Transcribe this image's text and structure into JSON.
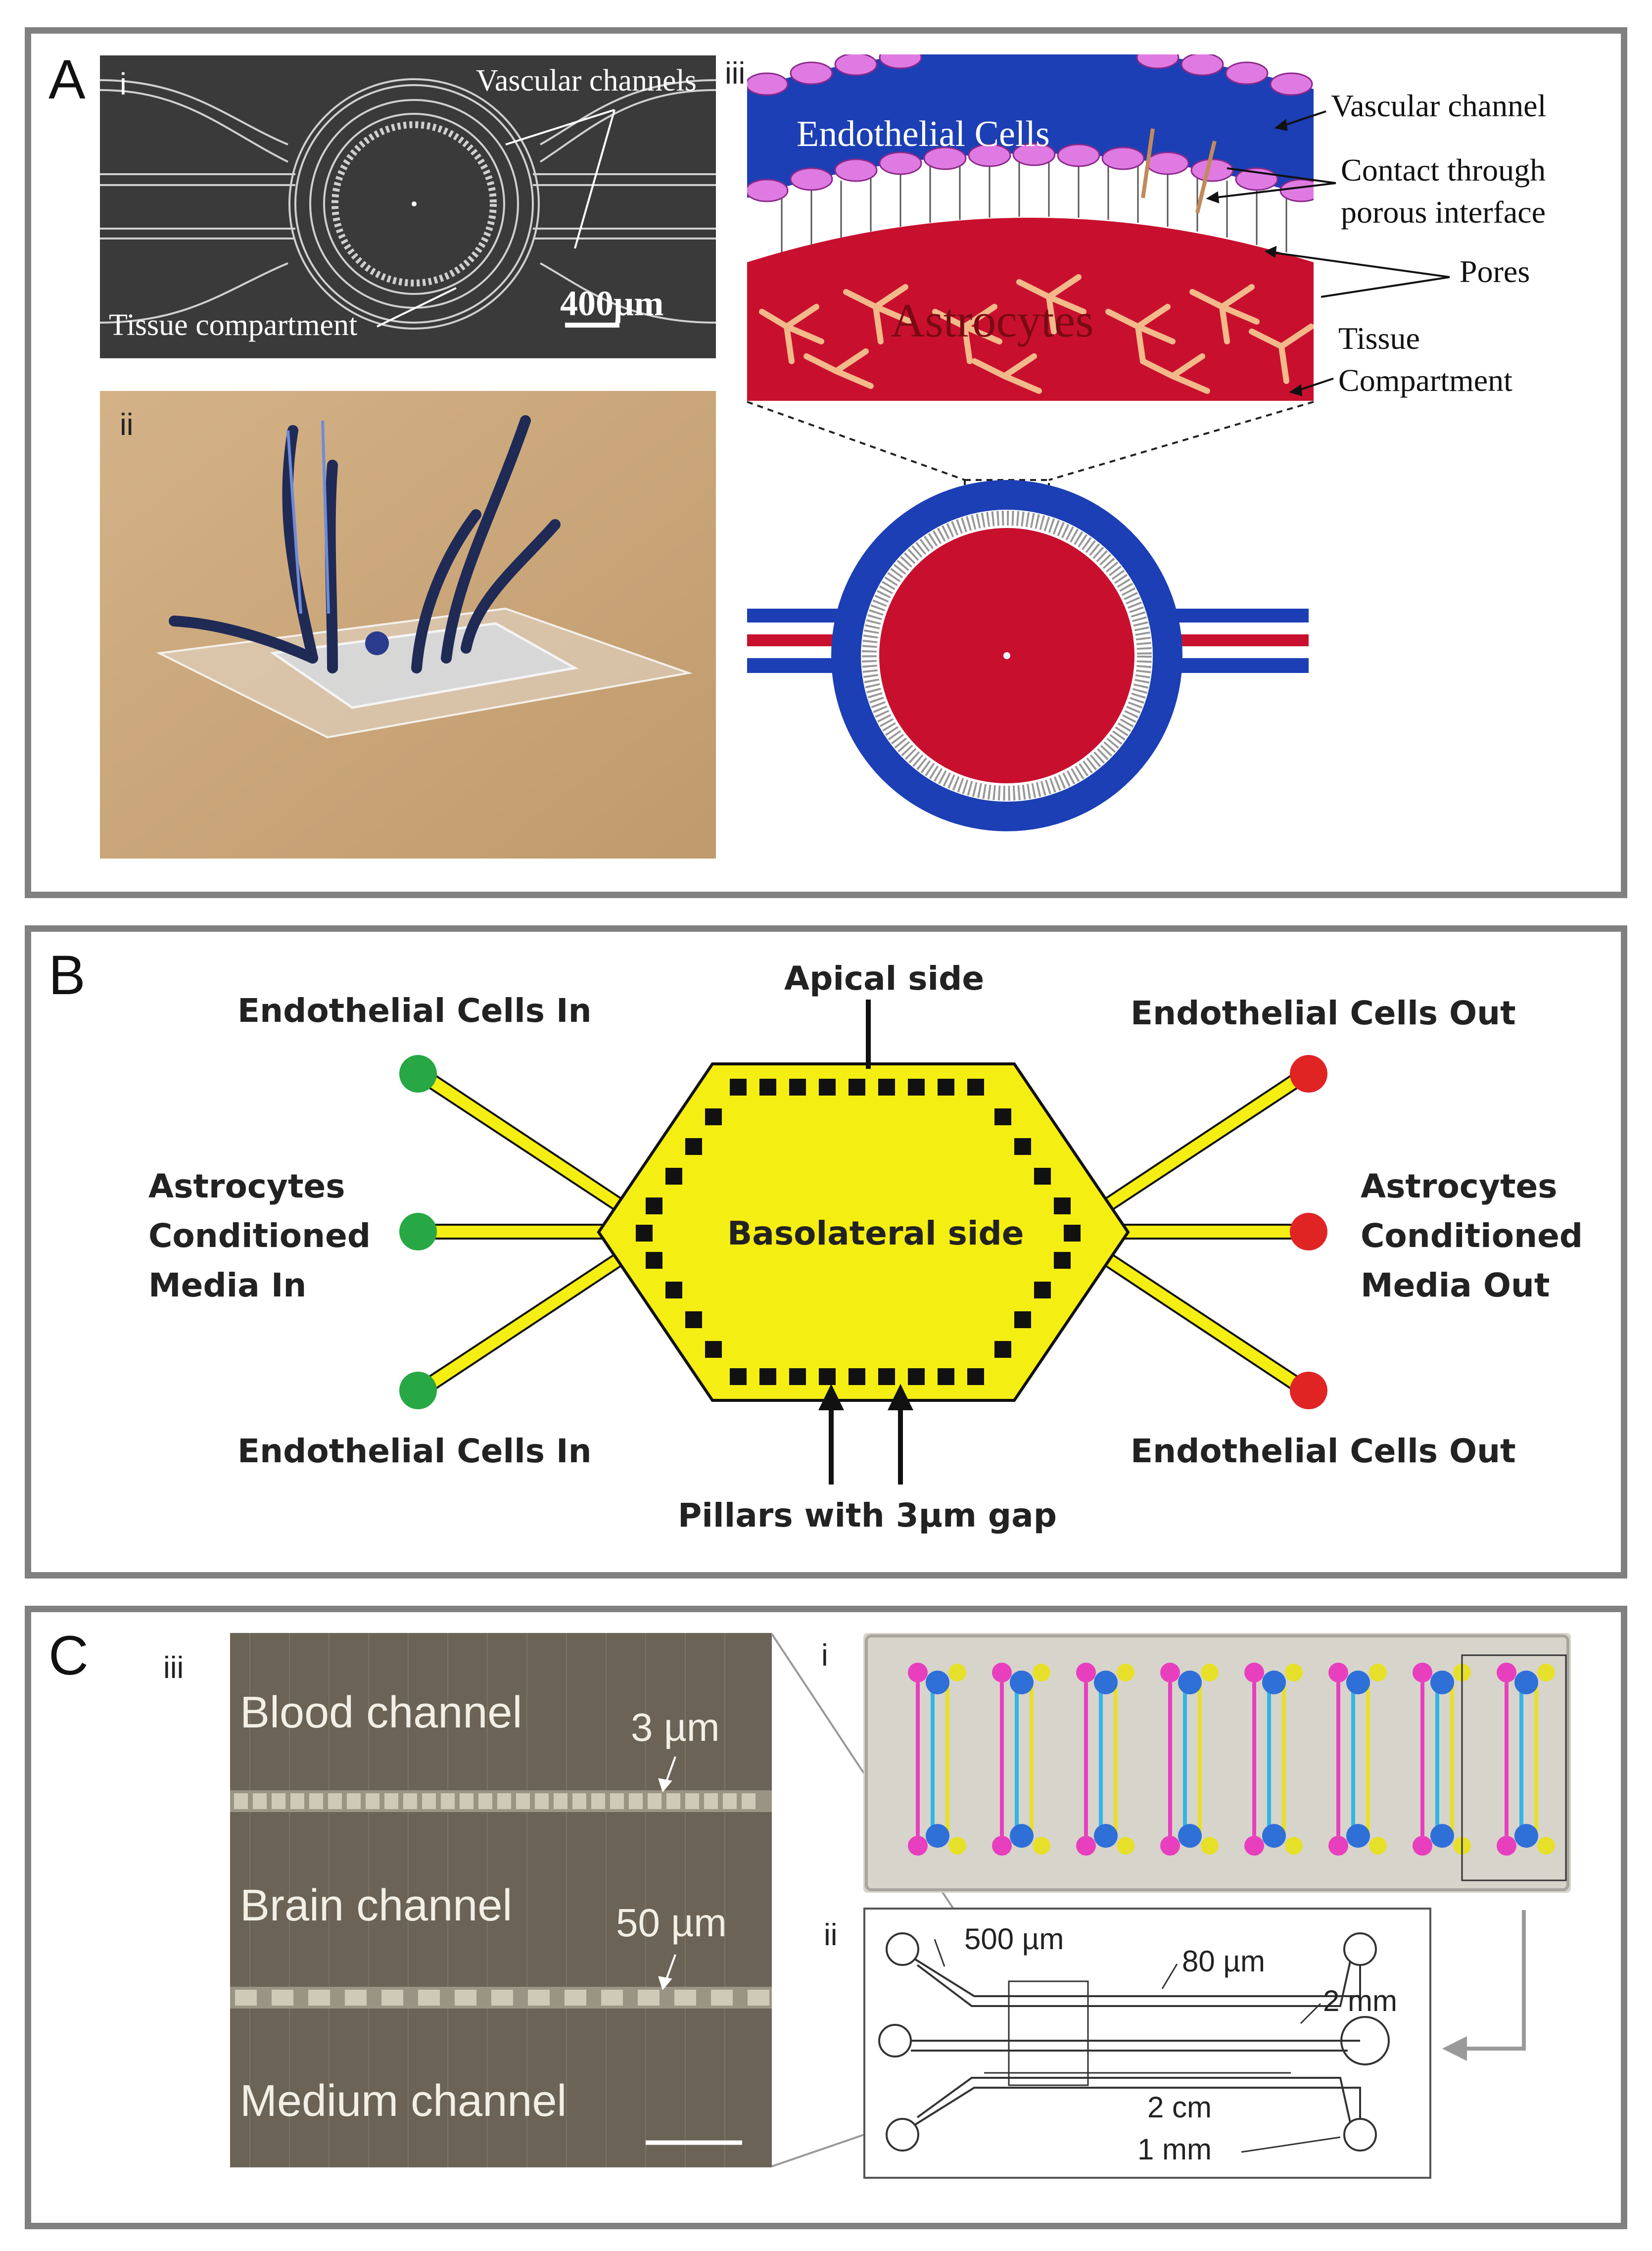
{
  "panel_a": {
    "label": "A",
    "sub_i": "i",
    "sub_ii": "ii",
    "sub_iii": "iii",
    "micrograph": {
      "vascular_channels": "Vascular channels",
      "tissue_compartment": "Tissue compartment",
      "scale_bar": "400µm"
    },
    "schematic": {
      "endothelial_cells": "Endothelial Cells",
      "astrocytes": "Astrocytes",
      "vascular_channel": "Vascular channel",
      "contact_line1": "Contact through",
      "contact_line2": "porous interface",
      "pores": "Pores",
      "tissue_line1": "Tissue",
      "tissue_line2": "Compartment"
    },
    "colors": {
      "vascular": "#1c3fb5",
      "tissue": "#c8102e",
      "cell": "#d86ad8",
      "astrocyte": "#f2b98a"
    }
  },
  "panel_b": {
    "label": "B",
    "apical_side": "Apical side",
    "basolateral_side": "Basolateral side",
    "endo_in_top": "Endothelial Cells In",
    "endo_in_bottom": "Endothelial Cells In",
    "endo_out_top": "Endothelial Cells Out",
    "endo_out_bottom": "Endothelial Cells Out",
    "astro_in": [
      "Astrocytes",
      "Conditioned",
      "Media In"
    ],
    "astro_out": [
      "Astrocytes",
      "Conditioned",
      "Media Out"
    ],
    "pillars": "Pillars with 3µm gap",
    "colors": {
      "chamber": "#f5ee12",
      "inlet": "#27a844",
      "outlet": "#e02424"
    }
  },
  "panel_c": {
    "label": "C",
    "sub_i": "i",
    "sub_ii": "ii",
    "sub_iii": "iii",
    "micro": {
      "blood_channel": "Blood channel",
      "brain_channel": "Brain channel",
      "medium_channel": "Medium channel",
      "gap_3": "3 µm",
      "gap_50": "50 µm"
    },
    "drawing": {
      "d500": "500 µm",
      "d80": "80 µm",
      "d2mm": "2 mm",
      "d2cm": "2 cm",
      "d1mm": "1 mm"
    }
  }
}
